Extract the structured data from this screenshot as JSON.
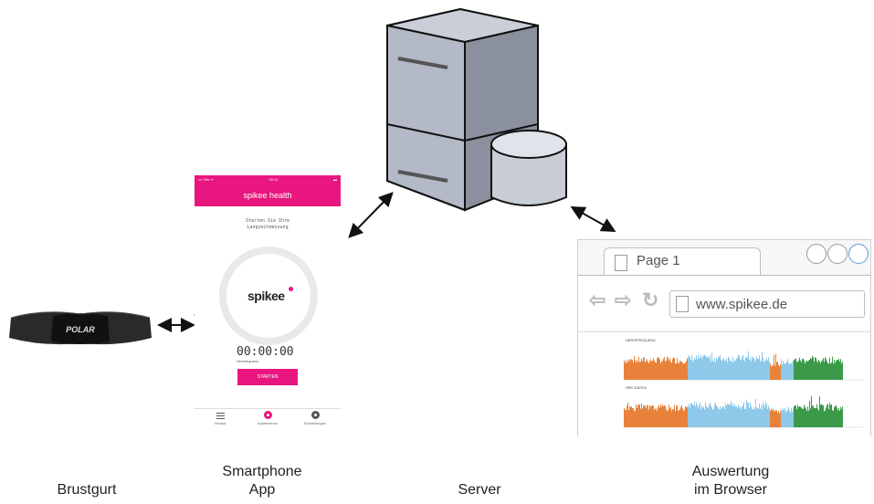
{
  "captions": {
    "strap": "Brustgurt",
    "app": "Smartphone\nApp",
    "server": "Server",
    "browser": "Auswertung\nim Browser"
  },
  "strap": {
    "brand": "POLAR"
  },
  "app": {
    "status_left": "••• Vita ᯤ",
    "status_time": "09:14",
    "status_right": "▬",
    "header_title": "spikee health",
    "instruction": "Starten Sie Ihre\nLangzeitmessung",
    "logo": "spikee",
    "timer": "00:00:00",
    "timer_label": "Herzfrequenz",
    "start_label": "STARTEN",
    "tabs": [
      {
        "label": "Verlauf",
        "icon": "list-icon"
      },
      {
        "label": "Aufzeichnen",
        "icon": "record-icon"
      },
      {
        "label": "Einstellungen",
        "icon": "settings-icon"
      }
    ]
  },
  "browser": {
    "tab_title": "Page 1",
    "url": "www.spikee.de",
    "plot1_title": "HERZFREQUENZ",
    "plot2_title": "HRV DATEN"
  },
  "colors": {
    "brand_pink": "#e8167e",
    "series_orange": "#e8823a",
    "series_blue": "#8ec9ea",
    "series_green": "#3a9a4a",
    "server_body": "#b8bfcc"
  }
}
